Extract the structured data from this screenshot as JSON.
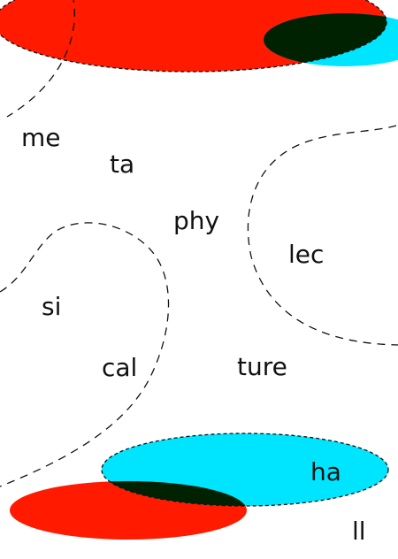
{
  "colors": {
    "background": "#ffffff",
    "red": "#ff1a00",
    "cyan": "#00e5ff",
    "overlap": "#002200",
    "line": "#111111",
    "text": "#111111"
  },
  "syllables": {
    "me": "me",
    "ta": "ta",
    "phy": "phy",
    "lec": "lec",
    "si": "si",
    "cal": "cal",
    "ture": "ture",
    "ha": "ha",
    "ll": "ll"
  }
}
